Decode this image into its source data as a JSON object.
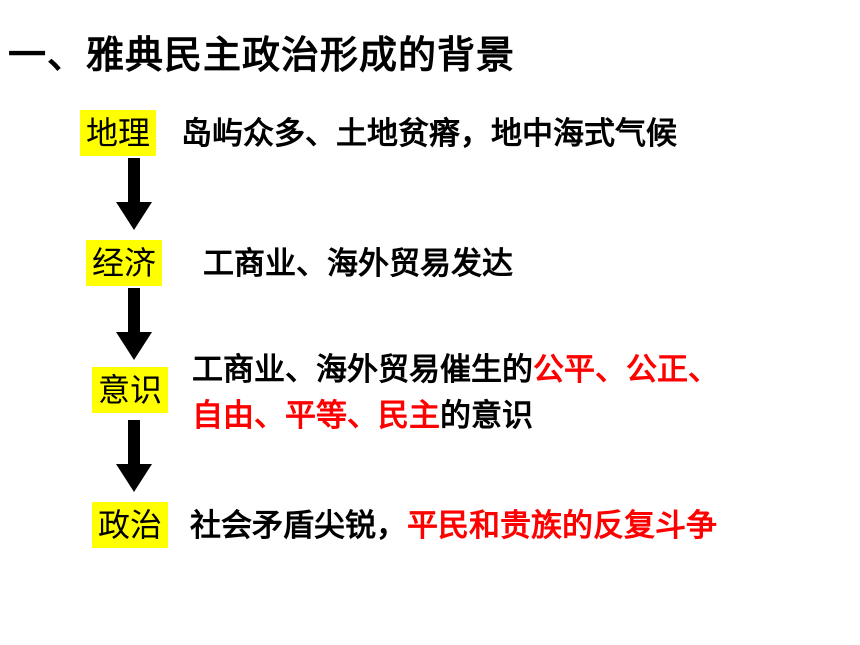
{
  "title": "一、雅典民主政治形成的背景",
  "rows": [
    {
      "label": "地理",
      "desc": "岛屿众多、土地贫瘠，地中海式气候"
    },
    {
      "label": "经济",
      "desc": "工商业、海外贸易发达"
    },
    {
      "label": "意识",
      "line1_a": "工商业、海外贸易催生的",
      "line1_b": "公平、公正、",
      "line2_a": "自由、平等、民主",
      "line2_b": "的意识"
    },
    {
      "label": "政治",
      "desc_a": "社会矛盾尖锐，",
      "desc_b": "平民和贵族的反复斗争"
    }
  ],
  "colors": {
    "highlight": "#ffff00",
    "emphasis": "#ff0000",
    "arrow": "#000000"
  },
  "icons": [
    "arrow-down-icon"
  ]
}
